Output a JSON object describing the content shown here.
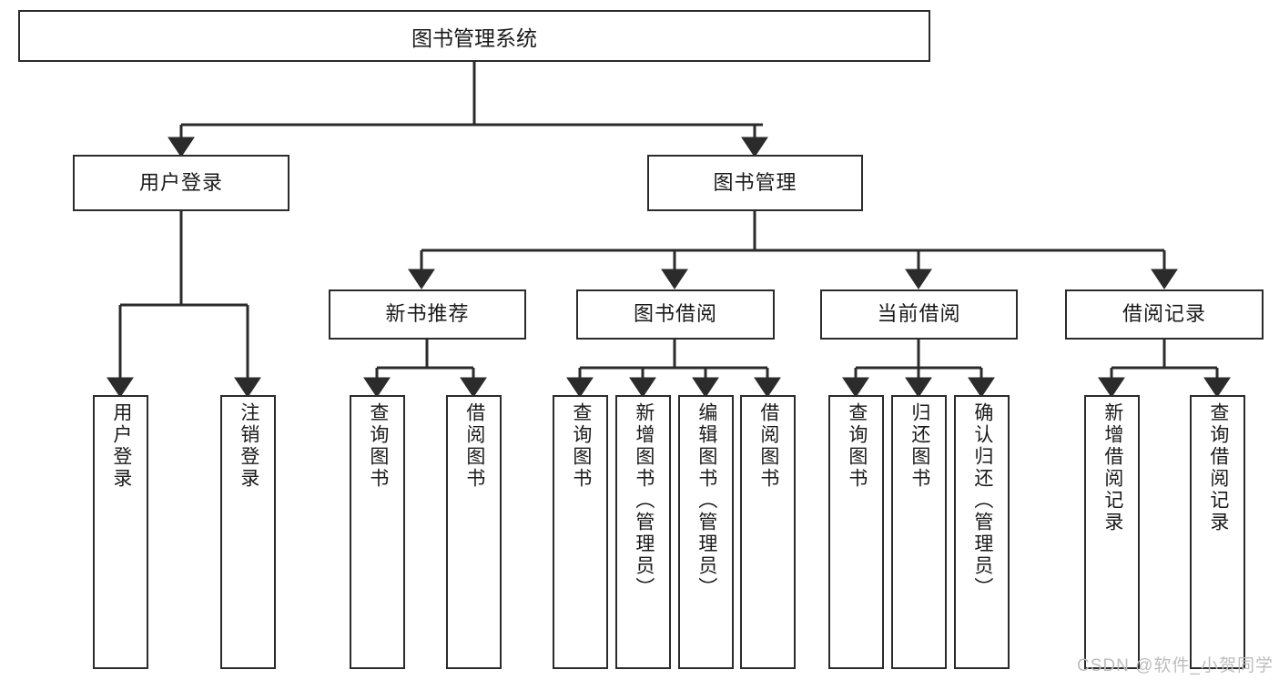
{
  "diagram": {
    "title": "图书管理系统",
    "type": "hierarchy-tree",
    "watermark": "CSDN @软件_小贺同学",
    "colors": {
      "stroke": "#2b2b2b",
      "fill": "#ffffff",
      "text": "#1a1a1a",
      "watermark": "#bdbdbd"
    },
    "nodes": {
      "root": {
        "label": "图书管理系统"
      },
      "level2": [
        {
          "id": "user-login",
          "label": "用户登录"
        },
        {
          "id": "book-manage",
          "label": "图书管理"
        }
      ],
      "level3": [
        {
          "id": "new-book-rec",
          "label": "新书推荐"
        },
        {
          "id": "book-borrow",
          "label": "图书借阅"
        },
        {
          "id": "current-borrow",
          "label": "当前借阅"
        },
        {
          "id": "borrow-record",
          "label": "借阅记录"
        }
      ],
      "leaves": {
        "user_login": [
          {
            "id": "leaf-user-login",
            "label": "用户登录"
          },
          {
            "id": "leaf-logout",
            "label": "注销登录"
          }
        ],
        "new_book_rec": [
          {
            "id": "leaf-query-book-1",
            "label": "查询图书"
          },
          {
            "id": "leaf-borrow-book-1",
            "label": "借阅图书"
          }
        ],
        "book_borrow": [
          {
            "id": "leaf-query-book-2",
            "label": "查询图书"
          },
          {
            "id": "leaf-add-book",
            "label": "新增图书（管理员）"
          },
          {
            "id": "leaf-edit-book",
            "label": "编辑图书（管理员）"
          },
          {
            "id": "leaf-borrow-book-2",
            "label": "借阅图书"
          }
        ],
        "current_borrow": [
          {
            "id": "leaf-query-book-3",
            "label": "查询图书"
          },
          {
            "id": "leaf-return-book",
            "label": "归还图书"
          },
          {
            "id": "leaf-confirm-return",
            "label": "确认归还（管理员）"
          }
        ],
        "borrow_record": [
          {
            "id": "leaf-add-record",
            "label": "新增借阅记录"
          },
          {
            "id": "leaf-query-record",
            "label": "查询借阅记录"
          }
        ]
      }
    }
  }
}
